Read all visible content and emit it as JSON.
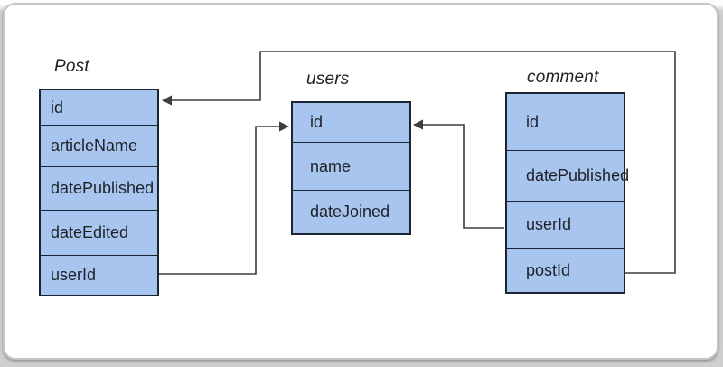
{
  "page": {
    "background": "#cfcfcf",
    "canvas_color": "#ffffff"
  },
  "diagram": {
    "tables": {
      "post": {
        "title": "Post",
        "fields": [
          "id",
          "articleName",
          "datePublished",
          "dateEdited",
          "userId"
        ]
      },
      "users": {
        "title": "users",
        "fields": [
          "id",
          "name",
          "dateJoined"
        ]
      },
      "comment": {
        "title": "comment",
        "fields": [
          "id",
          "datePublished",
          "userId",
          "postId"
        ]
      }
    },
    "relationships": [
      {
        "from": "Post.userId",
        "to": "users.id"
      },
      {
        "from": "comment.userId",
        "to": "users.id"
      },
      {
        "from": "comment.postId",
        "to": "Post.id"
      }
    ],
    "colors": {
      "table_fill": "#a8c5f0",
      "table_border": "#1c2633",
      "connector": "#3d3d3d",
      "text": "#1e2227"
    }
  }
}
